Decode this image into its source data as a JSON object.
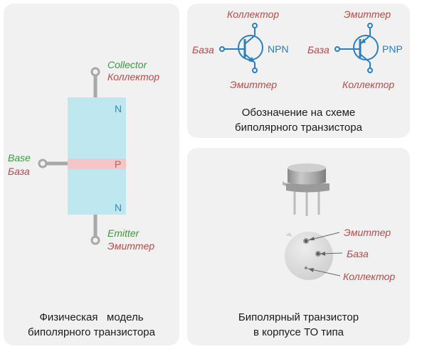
{
  "physical_model": {
    "collector_en": "Collector",
    "collector_ru": "Коллектор",
    "base_en": "Base",
    "base_ru": "База",
    "emitter_en": "Emitter",
    "emitter_ru": "Эмиттер",
    "region_top": "N",
    "region_mid": "P",
    "region_bottom": "N",
    "caption_line1": "Физическая   модель",
    "caption_line2": "биполярного транзистора"
  },
  "schematic": {
    "npn": {
      "collector": "Коллектор",
      "base": "База",
      "emitter": "Эмиттер",
      "type": "NPN"
    },
    "pnp": {
      "emitter": "Эмиттер",
      "base": "База",
      "collector": "Коллектор",
      "type": "PNP"
    },
    "caption_line1": "Обозначение на схеме",
    "caption_line2": "биполярного транзистора"
  },
  "package": {
    "emitter": "Эмиттер",
    "base": "База",
    "collector": "Коллектор",
    "caption_line1": "Биполярный транзистор",
    "caption_line2": "в корпусе ТО типа"
  },
  "colors": {
    "panel": "#f1f1f1",
    "n_region": "#bfe7ef",
    "p_region": "#f6c6c6",
    "lead": "#a8a8a8",
    "symbol": "#2a7fc0",
    "label_red": "#b94a4a",
    "label_green": "#3c9a3c"
  }
}
